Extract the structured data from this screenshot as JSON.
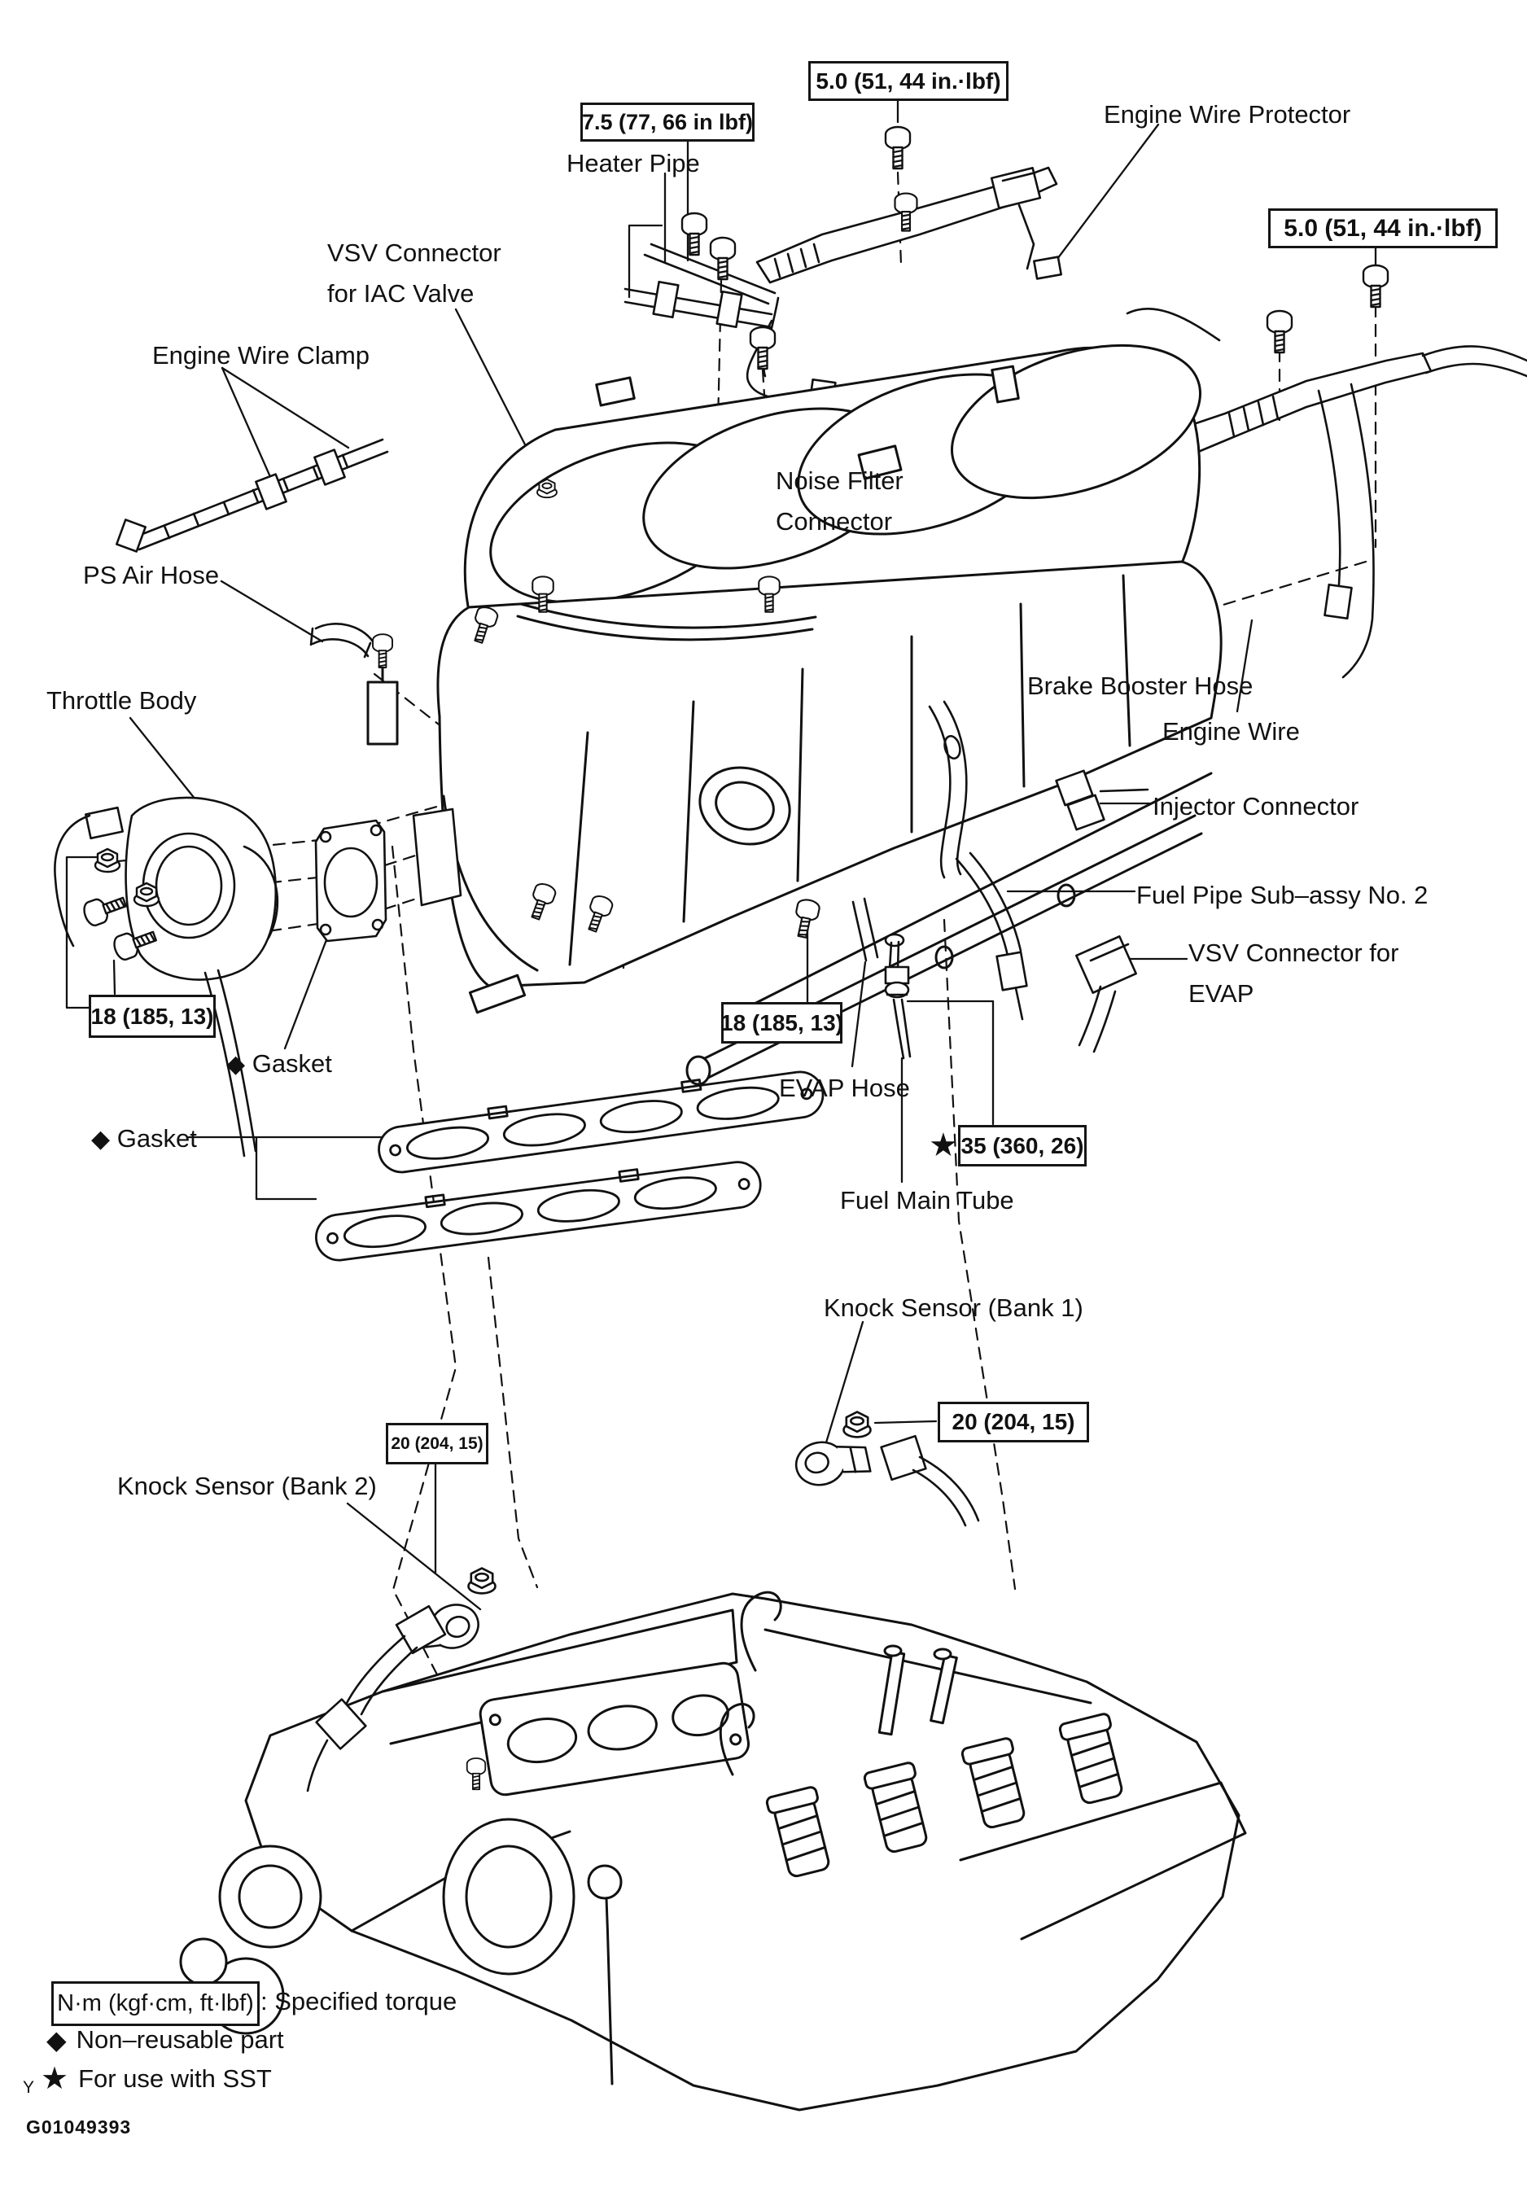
{
  "diagram": {
    "figure_code": "G01049393",
    "corner_letter": "Y"
  },
  "symbols": {
    "non_reusable": "◆",
    "sst": "★"
  },
  "legend": {
    "torque_box_label": "N·m (kgf·cm, ft·lbf)",
    "torque_description": ": Specified torque",
    "non_reusable_text": "Non–reusable part",
    "sst_text": "For use with SST"
  },
  "torque_specs": {
    "wire_protector_left": "5.0 (51, 44 in.·lbf)",
    "heater_pipe": "7.5 (77, 66 in lbf)",
    "wire_protector_right": "5.0 (51, 44 in.·lbf)",
    "throttle_body": "18 (185, 13)",
    "intake_manifold": "18 (185, 13)",
    "fuel_main_tube": "35 (360, 26)",
    "knock_sensor_bank2": "20 (204, 15)",
    "knock_sensor_bank1": "20 (204, 15)"
  },
  "part_labels": {
    "engine_wire_protector": "Engine Wire Protector",
    "heater_pipe": "Heater Pipe",
    "vsv_iac_line1": "VSV Connector",
    "vsv_iac_line2": "for IAC Valve",
    "engine_wire_clamp": "Engine Wire Clamp",
    "noise_filter_line1": "Noise Filter",
    "noise_filter_line2": "Connector",
    "ps_air_hose": "PS Air Hose",
    "throttle_body": "Throttle Body",
    "brake_booster_hose": "Brake Booster Hose",
    "engine_wire": "Engine Wire",
    "injector_connector": "Injector Connector",
    "fuel_pipe_sub_assy": "Fuel Pipe Sub–assy No. 2",
    "vsv_evap_line1": "VSV Connector for",
    "vsv_evap_line2": "EVAP",
    "gasket": "Gasket",
    "evap_hose": "EVAP Hose",
    "fuel_main_tube": "Fuel Main Tube",
    "knock_sensor_bank1": "Knock Sensor (Bank 1)",
    "knock_sensor_bank2": "Knock Sensor (Bank 2)"
  }
}
